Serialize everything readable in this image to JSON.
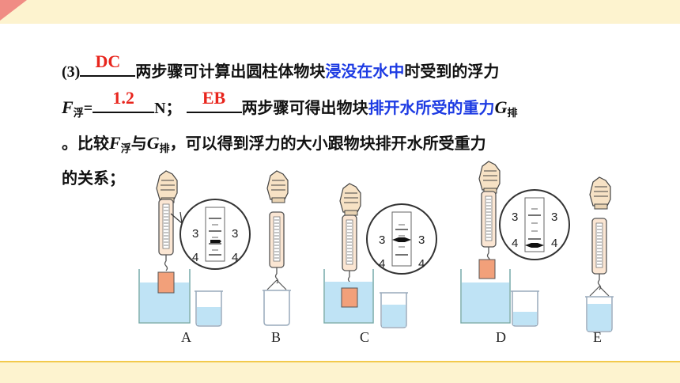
{
  "question": {
    "number": "(3)",
    "line1": {
      "answer_steps": "DC",
      "after_blank": "两步骤可计算出圆柱体物块",
      "highlight": "浸没在水中",
      "tail": "时受到的浮力"
    },
    "line2": {
      "var_f": "F",
      "sub_fu": "浮",
      "equals": "=",
      "answer_value": "1.2",
      "unit": "N；",
      "answer_steps2": "EB",
      "after_blank": "两步骤可得出物块",
      "highlight": "排开水所受的重力",
      "var_g": "G",
      "sub_pai": "排"
    },
    "line3": {
      "lead": "。比较",
      "var_f": "F",
      "sub_fu": "浮",
      "and": "与",
      "var_g": "G",
      "sub_pai": "排",
      "tail": "，可以得到浮力的大小跟物块排开水所受重力"
    },
    "line4": "的关系；"
  },
  "figures": {
    "labels": [
      "A",
      "B",
      "C",
      "D",
      "E"
    ],
    "scale_ticks": [
      "3",
      "4"
    ]
  },
  "colors": {
    "answer": "#e8251d",
    "highlight": "#1d3be3",
    "water": "#bfe3f5",
    "block": "#f2a07a"
  }
}
